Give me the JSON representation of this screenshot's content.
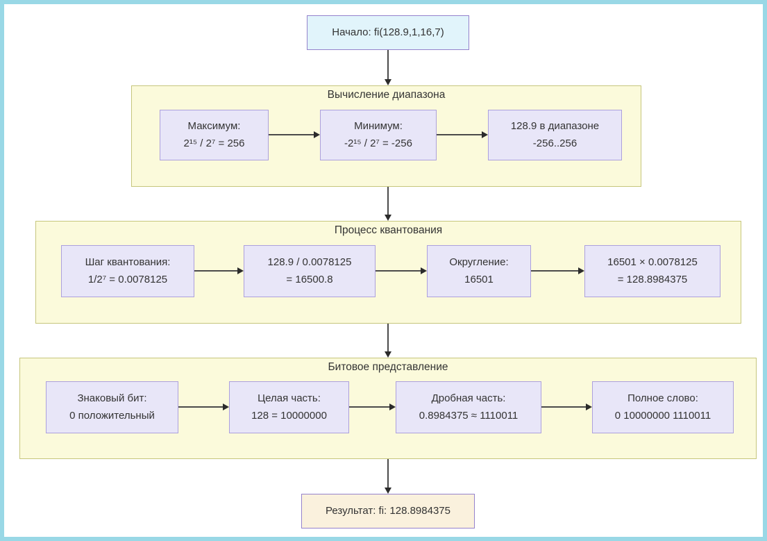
{
  "colors": {
    "page_border": "#99d8e6",
    "cluster_fill": "#fbfadb",
    "cluster_border": "#c6c67c",
    "node_fill": "#e8e6f8",
    "node_border": "#aca0dd",
    "start_fill": "#e1f4fb",
    "result_fill": "#faf1dd",
    "node_accent_border": "#9582cc",
    "text": "#333333",
    "arrow": "#4a4a4a"
  },
  "flow": {
    "start": {
      "label": "Начало: fi(128.9,1,16,7)"
    },
    "sections": [
      {
        "title": "Вычисление диапазона",
        "nodes": [
          {
            "lines": [
              "Максимум:",
              "2¹⁵ / 2⁷ = 256"
            ]
          },
          {
            "lines": [
              "Минимум:",
              "-2¹⁵ / 2⁷ = -256"
            ]
          },
          {
            "lines": [
              "128.9 в диапазоне",
              "-256..256"
            ]
          }
        ]
      },
      {
        "title": "Процесс квантования",
        "nodes": [
          {
            "lines": [
              "Шаг квантования:",
              "1/2⁷ = 0.0078125"
            ]
          },
          {
            "lines": [
              "128.9 / 0.0078125",
              "= 16500.8"
            ]
          },
          {
            "lines": [
              "Округление:",
              "16501"
            ]
          },
          {
            "lines": [
              "16501 × 0.0078125",
              "= 128.8984375"
            ]
          }
        ]
      },
      {
        "title": "Битовое представление",
        "nodes": [
          {
            "lines": [
              "Знаковый бит:",
              "0 положительный"
            ]
          },
          {
            "lines": [
              "Целая часть:",
              "128 = 10000000"
            ]
          },
          {
            "lines": [
              "Дробная часть:",
              "0.8984375 ≈ 1110011"
            ]
          },
          {
            "lines": [
              "Полное слово:",
              "0 10000000 1110011"
            ]
          }
        ]
      }
    ],
    "result": {
      "label": "Результат: fi: 128.8984375"
    }
  }
}
